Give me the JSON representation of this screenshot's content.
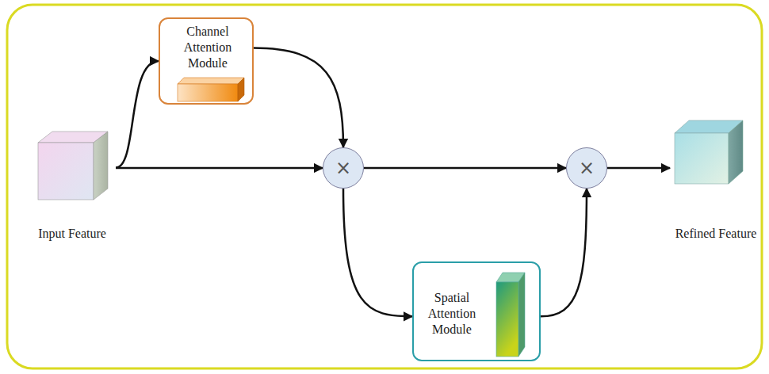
{
  "diagram": {
    "nodes": [
      {
        "text": [
          "Channel Attention Module"
        ]
      },
      {
        "text": [
          "Input Feature"
        ]
      },
      {
        "text": [
          "×"
        ]
      },
      {
        "text": [
          "×"
        ]
      },
      {
        "text": [
          "Refined Feature"
        ]
      },
      {
        "text": [
          "Spatial Attention Module"
        ]
      }
    ],
    "edges": [
      {
        "from": 1,
        "to": 0,
        "arrow": "to"
      },
      {
        "from": 0,
        "to": 2,
        "arrow": "to"
      },
      {
        "from": 1,
        "to": 2,
        "arrow": "to"
      },
      {
        "from": 2,
        "to": 3,
        "arrow": "to"
      },
      {
        "from": 2,
        "to": 5,
        "arrow": "to"
      },
      {
        "from": 5,
        "to": 3,
        "arrow": "to"
      },
      {
        "from": 3,
        "to": 4,
        "arrow": "to"
      }
    ]
  }
}
